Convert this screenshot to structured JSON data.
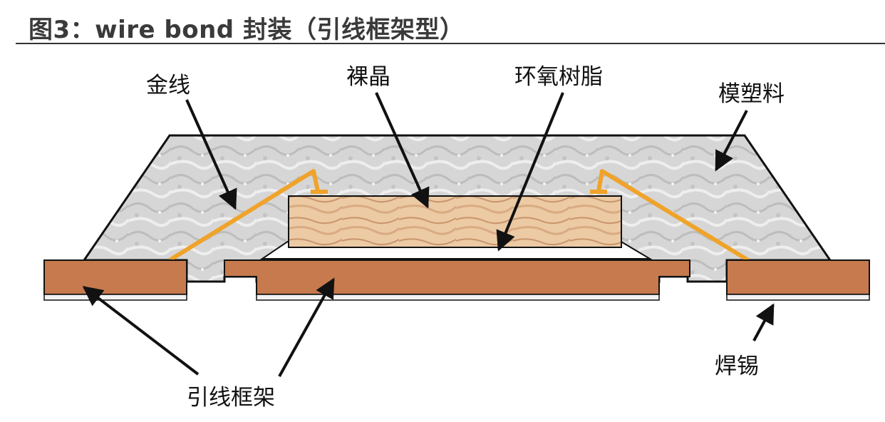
{
  "figure": {
    "title": "图3：wire bond 封装（引线框架型）"
  },
  "labels": {
    "gold_wire": "金线",
    "die": "裸晶",
    "epoxy": "环氧树脂",
    "mold_compound": "模塑料",
    "lead_frame": "引线框架",
    "solder": "焊锡"
  },
  "colors": {
    "mold": "#d9d9d9",
    "die": "#e8c7a2",
    "gold_wire": "#f0a32a",
    "lead_frame": "#c67a4e",
    "solder": "#f2f2f2"
  }
}
